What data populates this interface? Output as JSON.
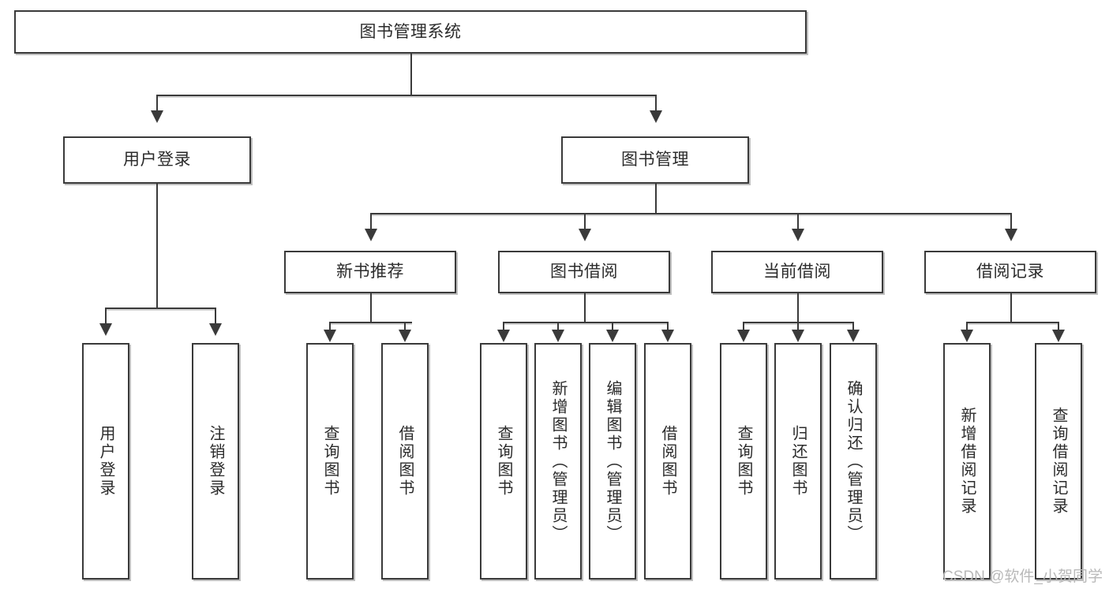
{
  "diagram": {
    "type": "tree",
    "title": "图书管理系统",
    "watermark": "CSDN @软件_小贺同学",
    "colors": {
      "stroke": "#3a3a3a",
      "fill": "#ffffff",
      "text": "#2b2b2b",
      "watermark": "#b9b9b9"
    },
    "root": {
      "label": "图书管理系统"
    },
    "level2": [
      {
        "label": "用户登录"
      },
      {
        "label": "图书管理"
      }
    ],
    "level3": [
      {
        "label": "新书推荐"
      },
      {
        "label": "图书借阅"
      },
      {
        "label": "当前借阅"
      },
      {
        "label": "借阅记录"
      }
    ],
    "leaves": {
      "user_login": [
        {
          "label": "用户登录"
        },
        {
          "label": "注销登录"
        }
      ],
      "new_book": [
        {
          "label": "查询图书"
        },
        {
          "label": "借阅图书"
        }
      ],
      "book_borrow": [
        {
          "label": "查询图书"
        },
        {
          "label": "新增图书（管理员）"
        },
        {
          "label": "编辑图书（管理员）"
        },
        {
          "label": "借阅图书"
        }
      ],
      "current_borrow": [
        {
          "label": "查询图书"
        },
        {
          "label": "归还图书"
        },
        {
          "label": "确认归还（管理员）"
        }
      ],
      "borrow_record": [
        {
          "label": "新增借阅记录"
        },
        {
          "label": "查询借阅记录"
        }
      ]
    }
  }
}
